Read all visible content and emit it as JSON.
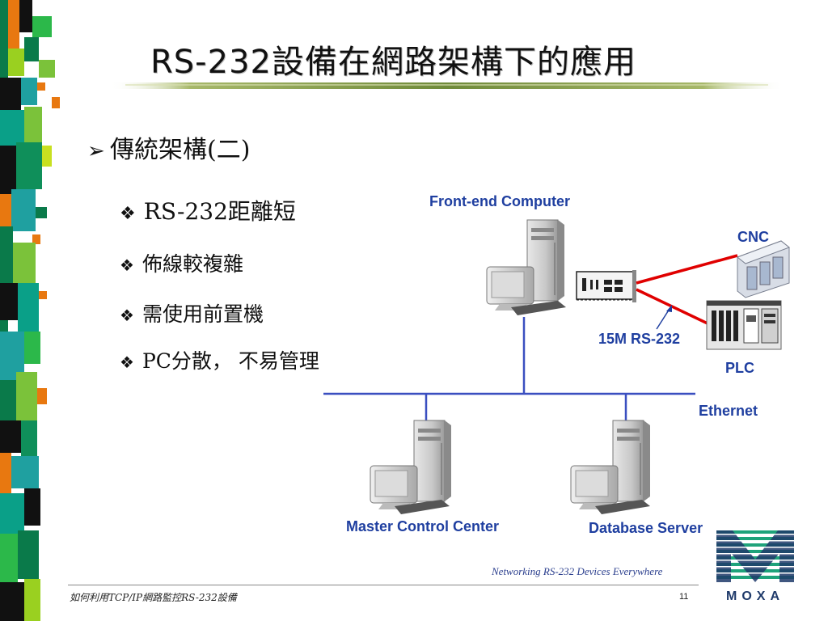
{
  "slide": {
    "title": "RS-232設備在網路架構下的應用",
    "heading": "傳統架構(二)",
    "heading_icon": "arrow-bullet-icon",
    "bullets": [
      {
        "icon": "diamond-bullet-icon",
        "text": "RS-232距離短"
      },
      {
        "icon": "diamond-bullet-icon",
        "text": "佈線較複雜"
      },
      {
        "icon": "diamond-bullet-icon",
        "text": "需使用前置機"
      },
      {
        "icon": "diamond-bullet-icon",
        "text": "PC分散， 不易管理"
      }
    ]
  },
  "diagram": {
    "front_end": "Front-end Computer",
    "cnc": "CNC",
    "plc": "PLC",
    "cable": "15M RS-232",
    "ethernet": "Ethernet",
    "master": "Master Control Center",
    "database": "Database Server",
    "colors": {
      "label": "#1f3fa0",
      "ethernet_line": "#3a4fc0",
      "rs232_line": "#e00000"
    }
  },
  "footer": {
    "left": "如何利用TCP/IP網路監控RS-232設備",
    "page": "11",
    "tagline": "Networking RS-232 Devices Everywhere",
    "brand": "MOXA"
  }
}
